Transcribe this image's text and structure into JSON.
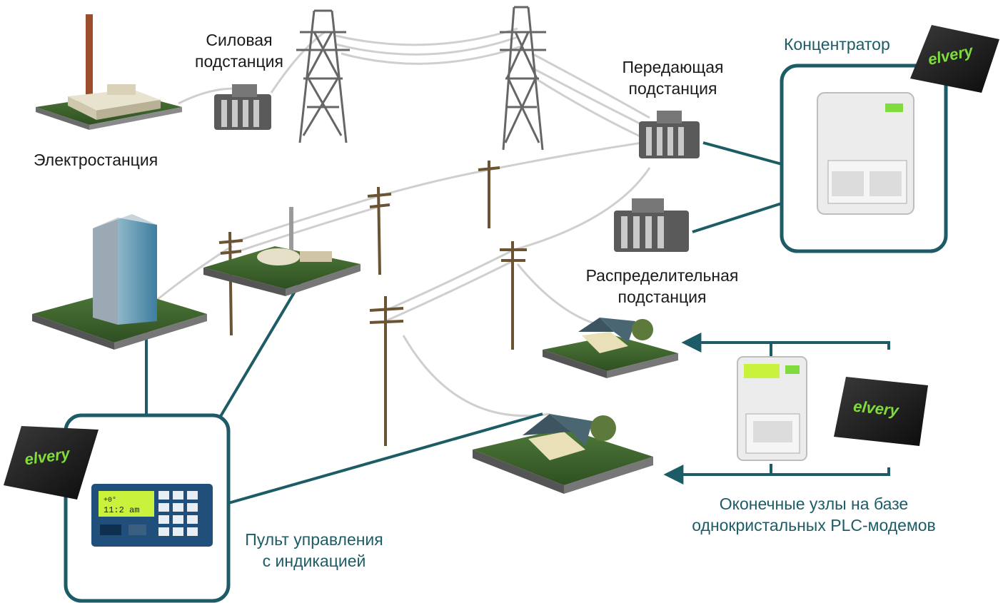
{
  "labels": {
    "power_plant": "Электростанция",
    "power_substation_1": "Силовая",
    "power_substation_2": "подстанция",
    "transmitting_substation_1": "Передающая",
    "transmitting_substation_2": "подстанция",
    "concentrator": "Концентратор",
    "distribution_substation_1": "Распределительная",
    "distribution_substation_2": "подстанция",
    "control_panel_1": "Пульт управления",
    "control_panel_2": "с индикацией",
    "end_nodes_1": "Оконечные узлы на базе",
    "end_nodes_2": "однокристальных PLC-модемов"
  },
  "chip_brand": "elvery",
  "panel_display": {
    "line1": "+0°",
    "line2": "11:2 am"
  },
  "colors": {
    "accent_teal": "#1d5c66",
    "text_dark": "#1a1a1a",
    "chip_green": "#7fdc3c",
    "meter_lcd": "#c9f23c",
    "wire": "#cfcfcf"
  }
}
